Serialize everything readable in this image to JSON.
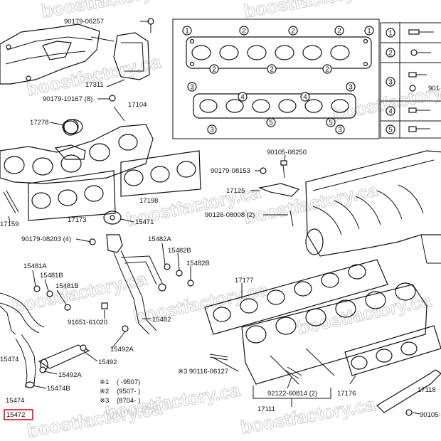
{
  "watermark": "boostfactory.ca",
  "legend_table": {
    "rows": [
      "1",
      "2",
      "3",
      "4",
      "5"
    ],
    "partial_text": "901"
  },
  "gasket_callouts": {
    "upper": [
      "1",
      "2",
      "2",
      "2",
      "1",
      "2",
      "2",
      "2"
    ],
    "lower": [
      "3",
      "4",
      "4",
      "3",
      "3",
      "5",
      "5",
      "3"
    ]
  },
  "part_labels": {
    "p90179_06257": "90179-06257",
    "p17311": "17311",
    "p90179_10167": "90179-10167 (8)",
    "p17104": "17104",
    "p17278": "17278",
    "p17159": "17159",
    "p17173": "17173",
    "p17198": "17198",
    "p15471": "15471",
    "p90179_08203": "90179-08203 (4)",
    "p15482A": "15482A",
    "p15482B_1": "15482B",
    "p15482B_2": "15482B",
    "p15481A": "15481A",
    "p15481B_1": "15481B",
    "p15481B_2": "15481B",
    "p91651_61020": "91651-61020",
    "p15482": "15482",
    "p15492A_1": "15492A",
    "p15492": "15492",
    "p15492A_2": "15492A",
    "p15474": "15474",
    "p15474B": "15474B",
    "p15474_2": "15474",
    "p15472": "15472",
    "p90105_08250": "90105-08250",
    "p90179_08153": "90179-08153",
    "p17125": "17125",
    "p90126_08008": "90126-08008 (2)",
    "p17177": "17177",
    "p90116_06127": "※3 90116-06127",
    "p92122_60814": "92122-60814 (2)",
    "p17176": "17176",
    "p17111": "17111",
    "p17118": "17118",
    "p90105_b": "90105-"
  },
  "notes": {
    "n1_mark": "※1",
    "n1_text": "(        -9507)",
    "n2_mark": "※2",
    "n2_text": "(9507-        )",
    "n3_mark": "※3",
    "n3_text": "(8704-        )"
  }
}
